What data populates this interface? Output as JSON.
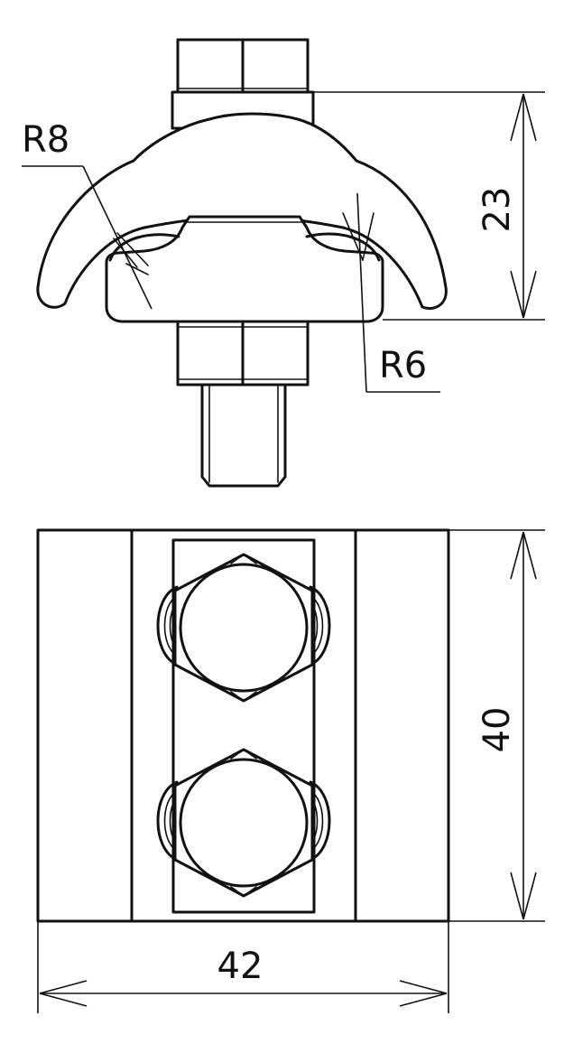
{
  "labels": {
    "radius_left": "R8",
    "radius_right": "R6",
    "height_top": "23",
    "height_bottom": "40",
    "width_bottom": "42"
  }
}
